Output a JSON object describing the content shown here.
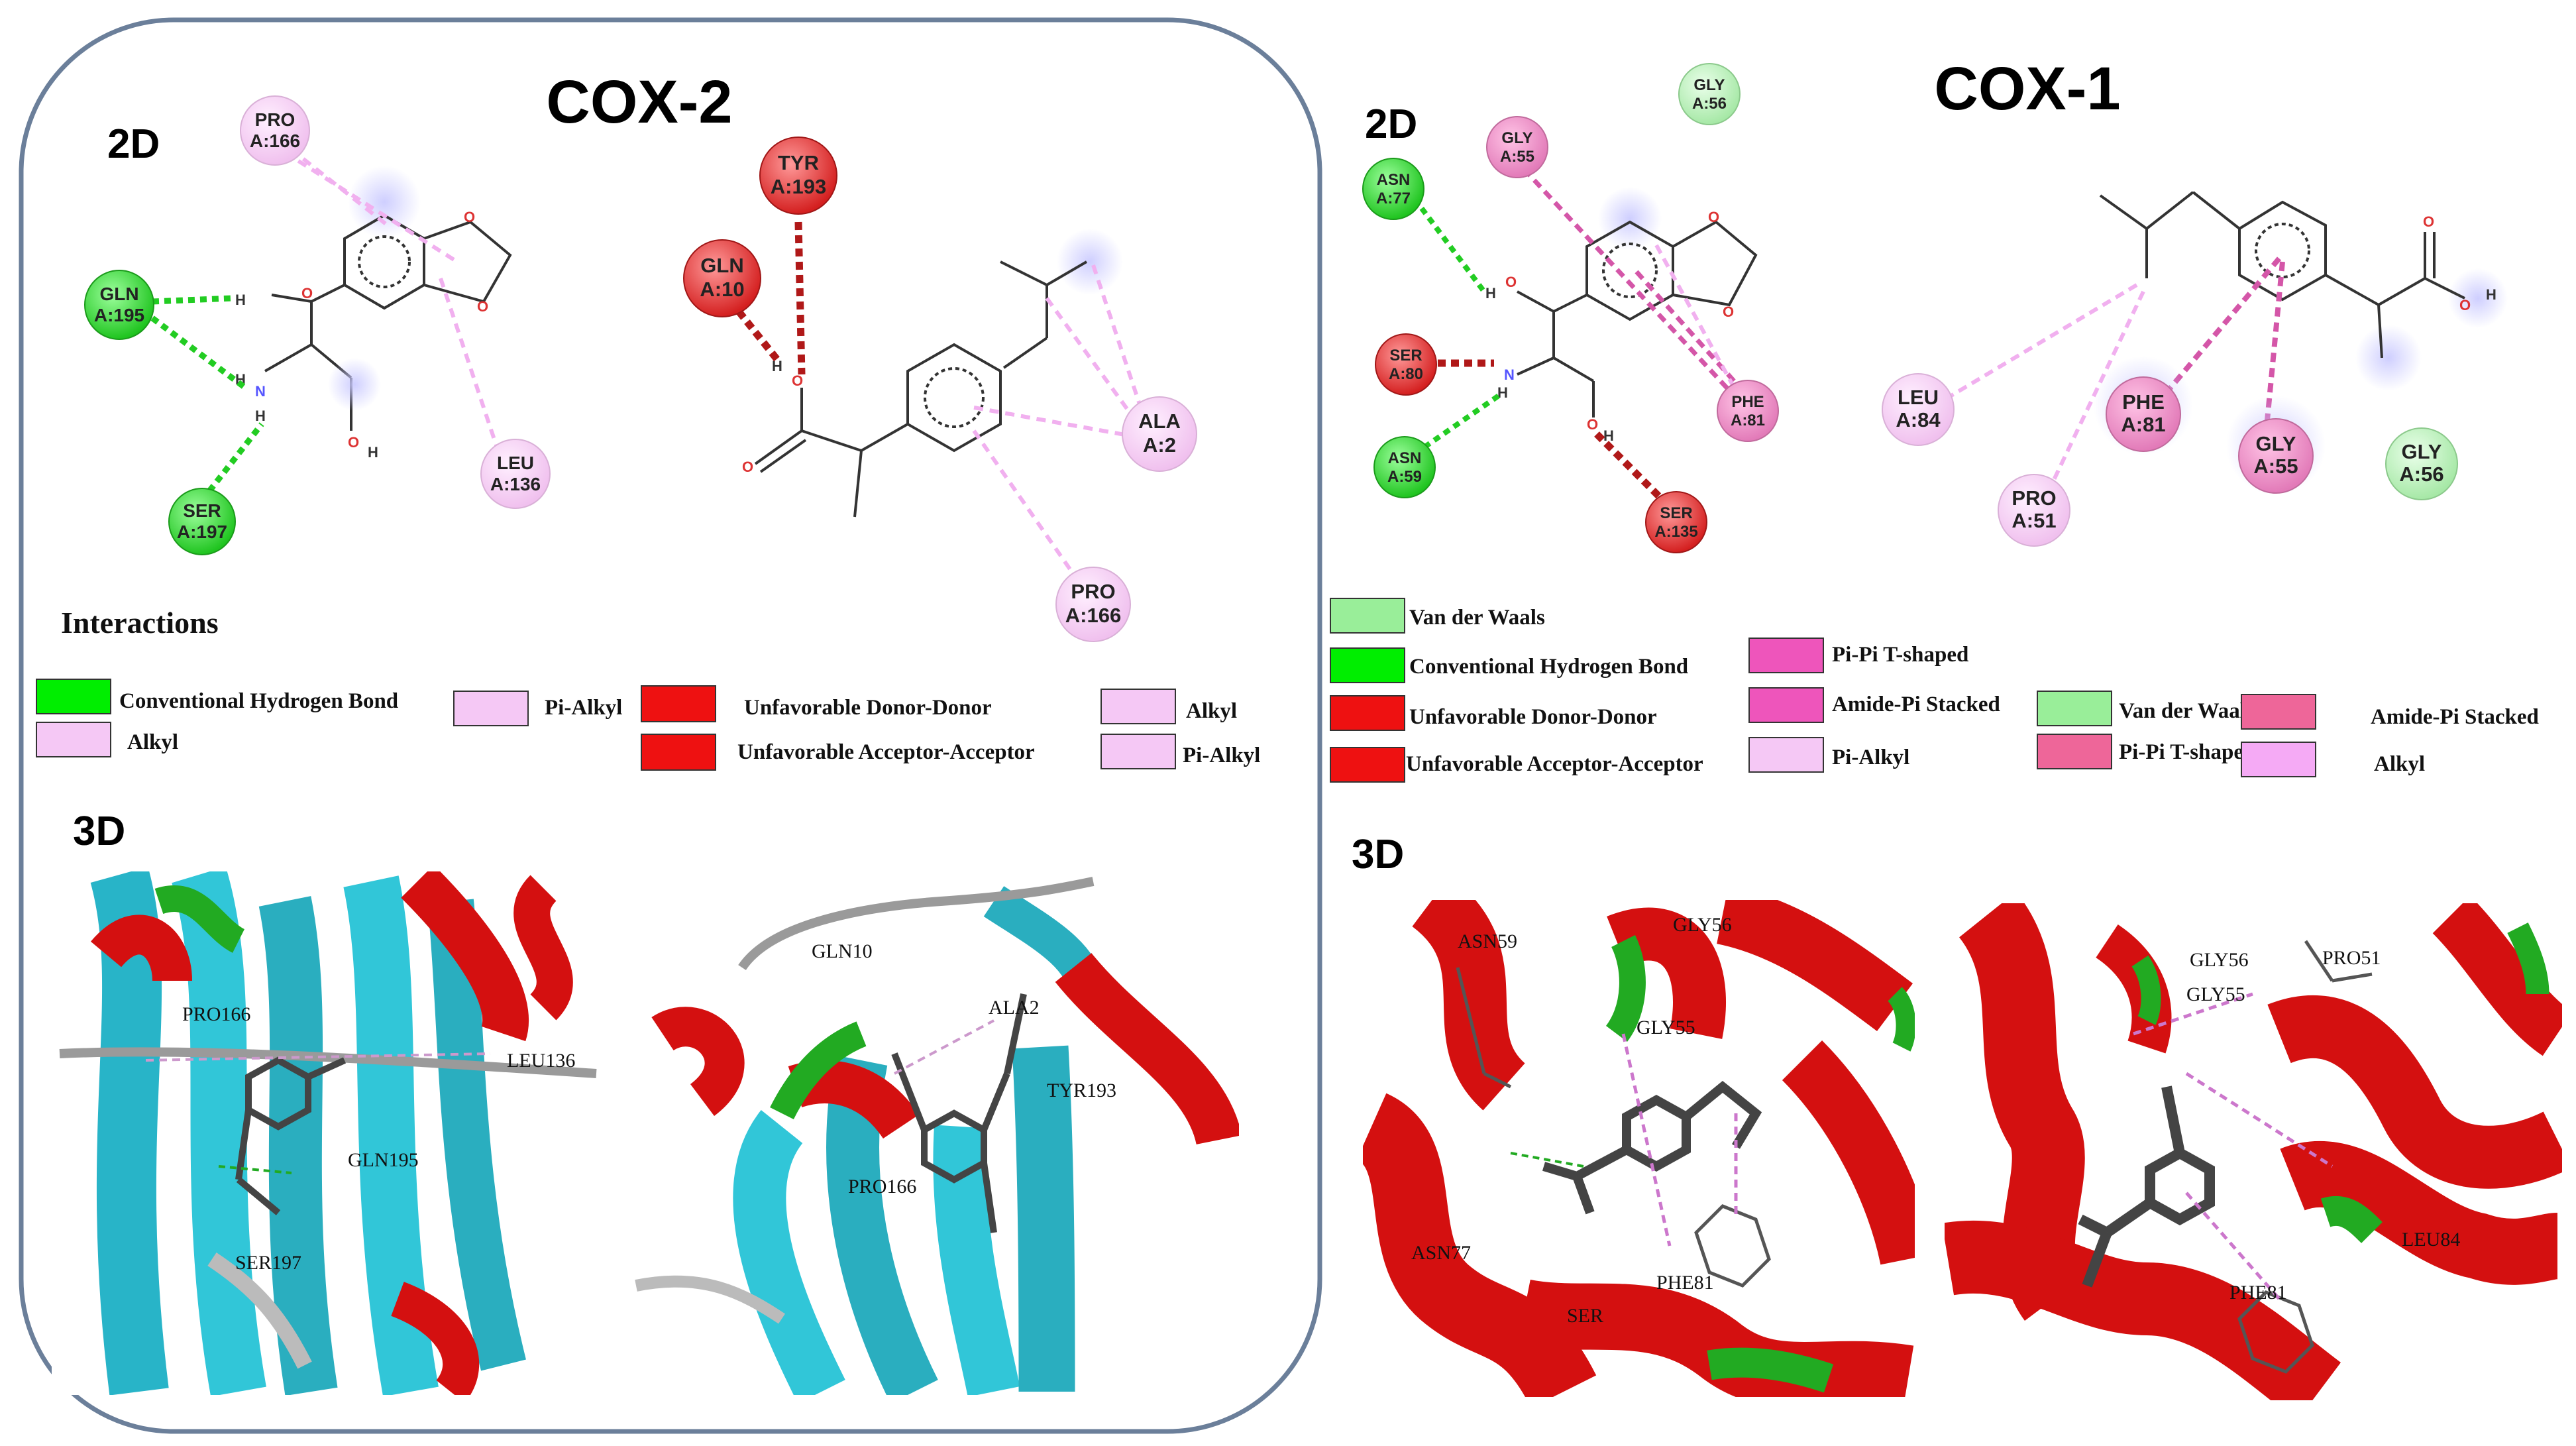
{
  "panels": [
    {
      "title": "COX-2",
      "label_2d": "2D",
      "label_3d": "3D"
    },
    {
      "title": "COX-1",
      "label_2d": "2D",
      "label_3d": "3D"
    }
  ],
  "interactions_heading": "Interactions",
  "cox2_residues": [
    {
      "name": "PRO",
      "id": "A:166",
      "color": "#f2c9f0"
    },
    {
      "name": "GLN",
      "id": "A:195",
      "color": "#33dd33"
    },
    {
      "name": "SER",
      "id": "A:197",
      "color": "#33dd33"
    },
    {
      "name": "LEU",
      "id": "A:136",
      "color": "#f2c9f0"
    },
    {
      "name": "TYR",
      "id": "A:193",
      "color": "#e53b3b"
    },
    {
      "name": "GLN",
      "id": "A:10",
      "color": "#e53b3b"
    },
    {
      "name": "ALA",
      "id": "A:2",
      "color": "#f2c9f0"
    },
    {
      "name": "PRO",
      "id": "A:166",
      "color": "#f2c9f0"
    }
  ],
  "cox1_residues": [
    {
      "name": "GLY",
      "id": "A:56",
      "color": "#bdf0bd"
    },
    {
      "name": "GLY",
      "id": "A:55",
      "color": "#ec8ec8"
    },
    {
      "name": "ASN",
      "id": "A:77",
      "color": "#33dd33"
    },
    {
      "name": "SER",
      "id": "A:80",
      "color": "#e53b3b"
    },
    {
      "name": "ASN",
      "id": "A:59",
      "color": "#33dd33"
    },
    {
      "name": "PHE",
      "id": "A:81",
      "color": "#ec8ec8"
    },
    {
      "name": "SER",
      "id": "A:135",
      "color": "#e53b3b"
    },
    {
      "name": "LEU",
      "id": "A:84",
      "color": "#f2c9f0"
    },
    {
      "name": "PRO",
      "id": "A:51",
      "color": "#f2c9f0"
    },
    {
      "name": "PHE",
      "id": "A:81",
      "color": "#ec8ec8"
    },
    {
      "name": "GLY",
      "id": "A:55",
      "color": "#ec8ec8"
    },
    {
      "name": "GLY",
      "id": "A:56",
      "color": "#bdf0bd"
    }
  ],
  "atoms": {
    "h": "H",
    "o": "O",
    "n": "N"
  },
  "legend_cox2": [
    {
      "label": "Conventional Hydrogen Bond",
      "color": "#00ee00"
    },
    {
      "label": "Alkyl",
      "color": "#f5c8f5"
    },
    {
      "label": "Pi-Alkyl",
      "color": "#f5c8f5"
    },
    {
      "label": "Unfavorable Donor-Donor",
      "color": "#ee1111"
    },
    {
      "label": "Unfavorable Acceptor-Acceptor",
      "color": "#ee1111"
    },
    {
      "label": "Alkyl",
      "color": "#f5c8f5"
    },
    {
      "label": "Pi-Alkyl",
      "color": "#f5c8f5"
    }
  ],
  "legend_cox1": [
    {
      "label": "Van der Waals",
      "color": "#99ee99"
    },
    {
      "label": "Conventional Hydrogen Bond",
      "color": "#00ee00"
    },
    {
      "label": "Unfavorable Donor-Donor",
      "color": "#ee1111"
    },
    {
      "label": "Unfavorable Acceptor-Acceptor",
      "color": "#ee1111"
    },
    {
      "label": "Pi-Pi T-shaped",
      "color": "#ee55bb"
    },
    {
      "label": "Amide-Pi Stacked",
      "color": "#ee55bb"
    },
    {
      "label": "Pi-Alkyl",
      "color": "#f5c8f5"
    },
    {
      "label": "Van der Waals",
      "color": "#99ee99"
    },
    {
      "label": "Pi-Pi T-shaped",
      "color": "#ee6699"
    },
    {
      "label": "Amide-Pi Stacked",
      "color": "#ee6699"
    },
    {
      "label": "Alkyl",
      "color": "#f5aaf5"
    }
  ],
  "labels_3d": {
    "cox2_a": [
      "PRO166",
      "LEU136",
      "GLN195",
      "SER197"
    ],
    "cox2_b": [
      "GLN10",
      "ALA2",
      "TYR193",
      "PRO166"
    ],
    "cox1_a": [
      "ASN59",
      "GLY56",
      "GLY55",
      "ASN77",
      "PHE81",
      "SER"
    ],
    "cox1_b": [
      "GLY56",
      "GLY55",
      "PRO51",
      "LEU84",
      "PHE81"
    ]
  }
}
